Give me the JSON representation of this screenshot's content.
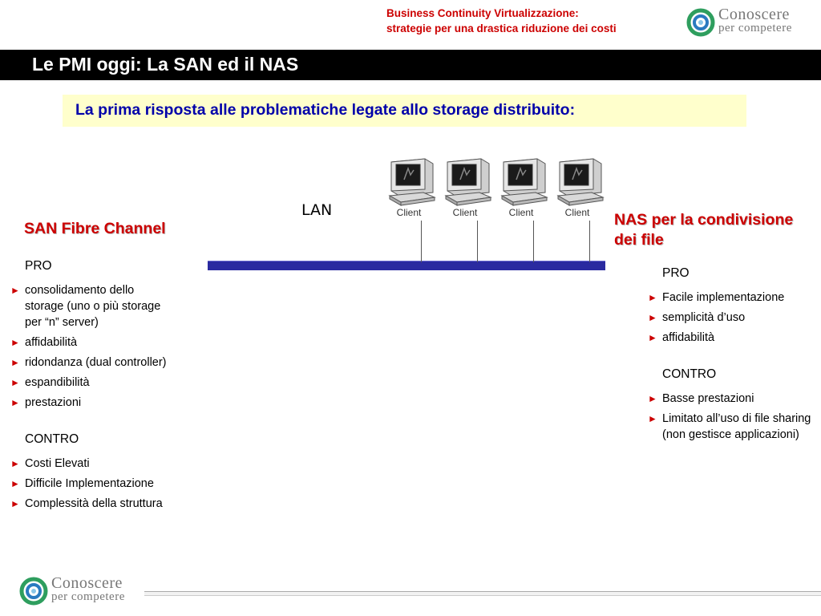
{
  "header": {
    "subtitle_line1": "Business Continuity Virtualizzazione:",
    "subtitle_line2": "strategie per una drastica riduzione dei costi",
    "logo_line1": "Conoscere",
    "logo_line2": "per competere",
    "title": "Le PMI oggi: La SAN ed il NAS",
    "accent_color": "#cc0000"
  },
  "intro": "La prima risposta alle problematiche legate allo storage distribuito:",
  "network": {
    "lan_label": "LAN",
    "clients": [
      "Client",
      "Client",
      "Client",
      "Client"
    ]
  },
  "san": {
    "title": "SAN Fibre Channel",
    "pro_label": "PRO",
    "pro": [
      "consolidamento dello storage (uno o più storage per “n” server)",
      "affidabilità",
      "ridondanza (dual controller)",
      "espandibilità",
      "prestazioni"
    ],
    "contro_label": "CONTRO",
    "contro": [
      "Costi Elevati",
      "Difficile Implementazione",
      "Complessità della struttura"
    ]
  },
  "nas": {
    "title": "NAS per la condivisione dei file",
    "pro_label": "PRO",
    "pro": [
      "Facile implementazione",
      "semplicità d’uso",
      "affidabilità"
    ],
    "contro_label": "CONTRO",
    "contro": [
      "Basse prestazioni",
      "Limitato all’uso di file sharing (non gestisce applicazioni)"
    ]
  },
  "footer": {
    "logo_line1": "Conoscere",
    "logo_line2": "per competere"
  }
}
